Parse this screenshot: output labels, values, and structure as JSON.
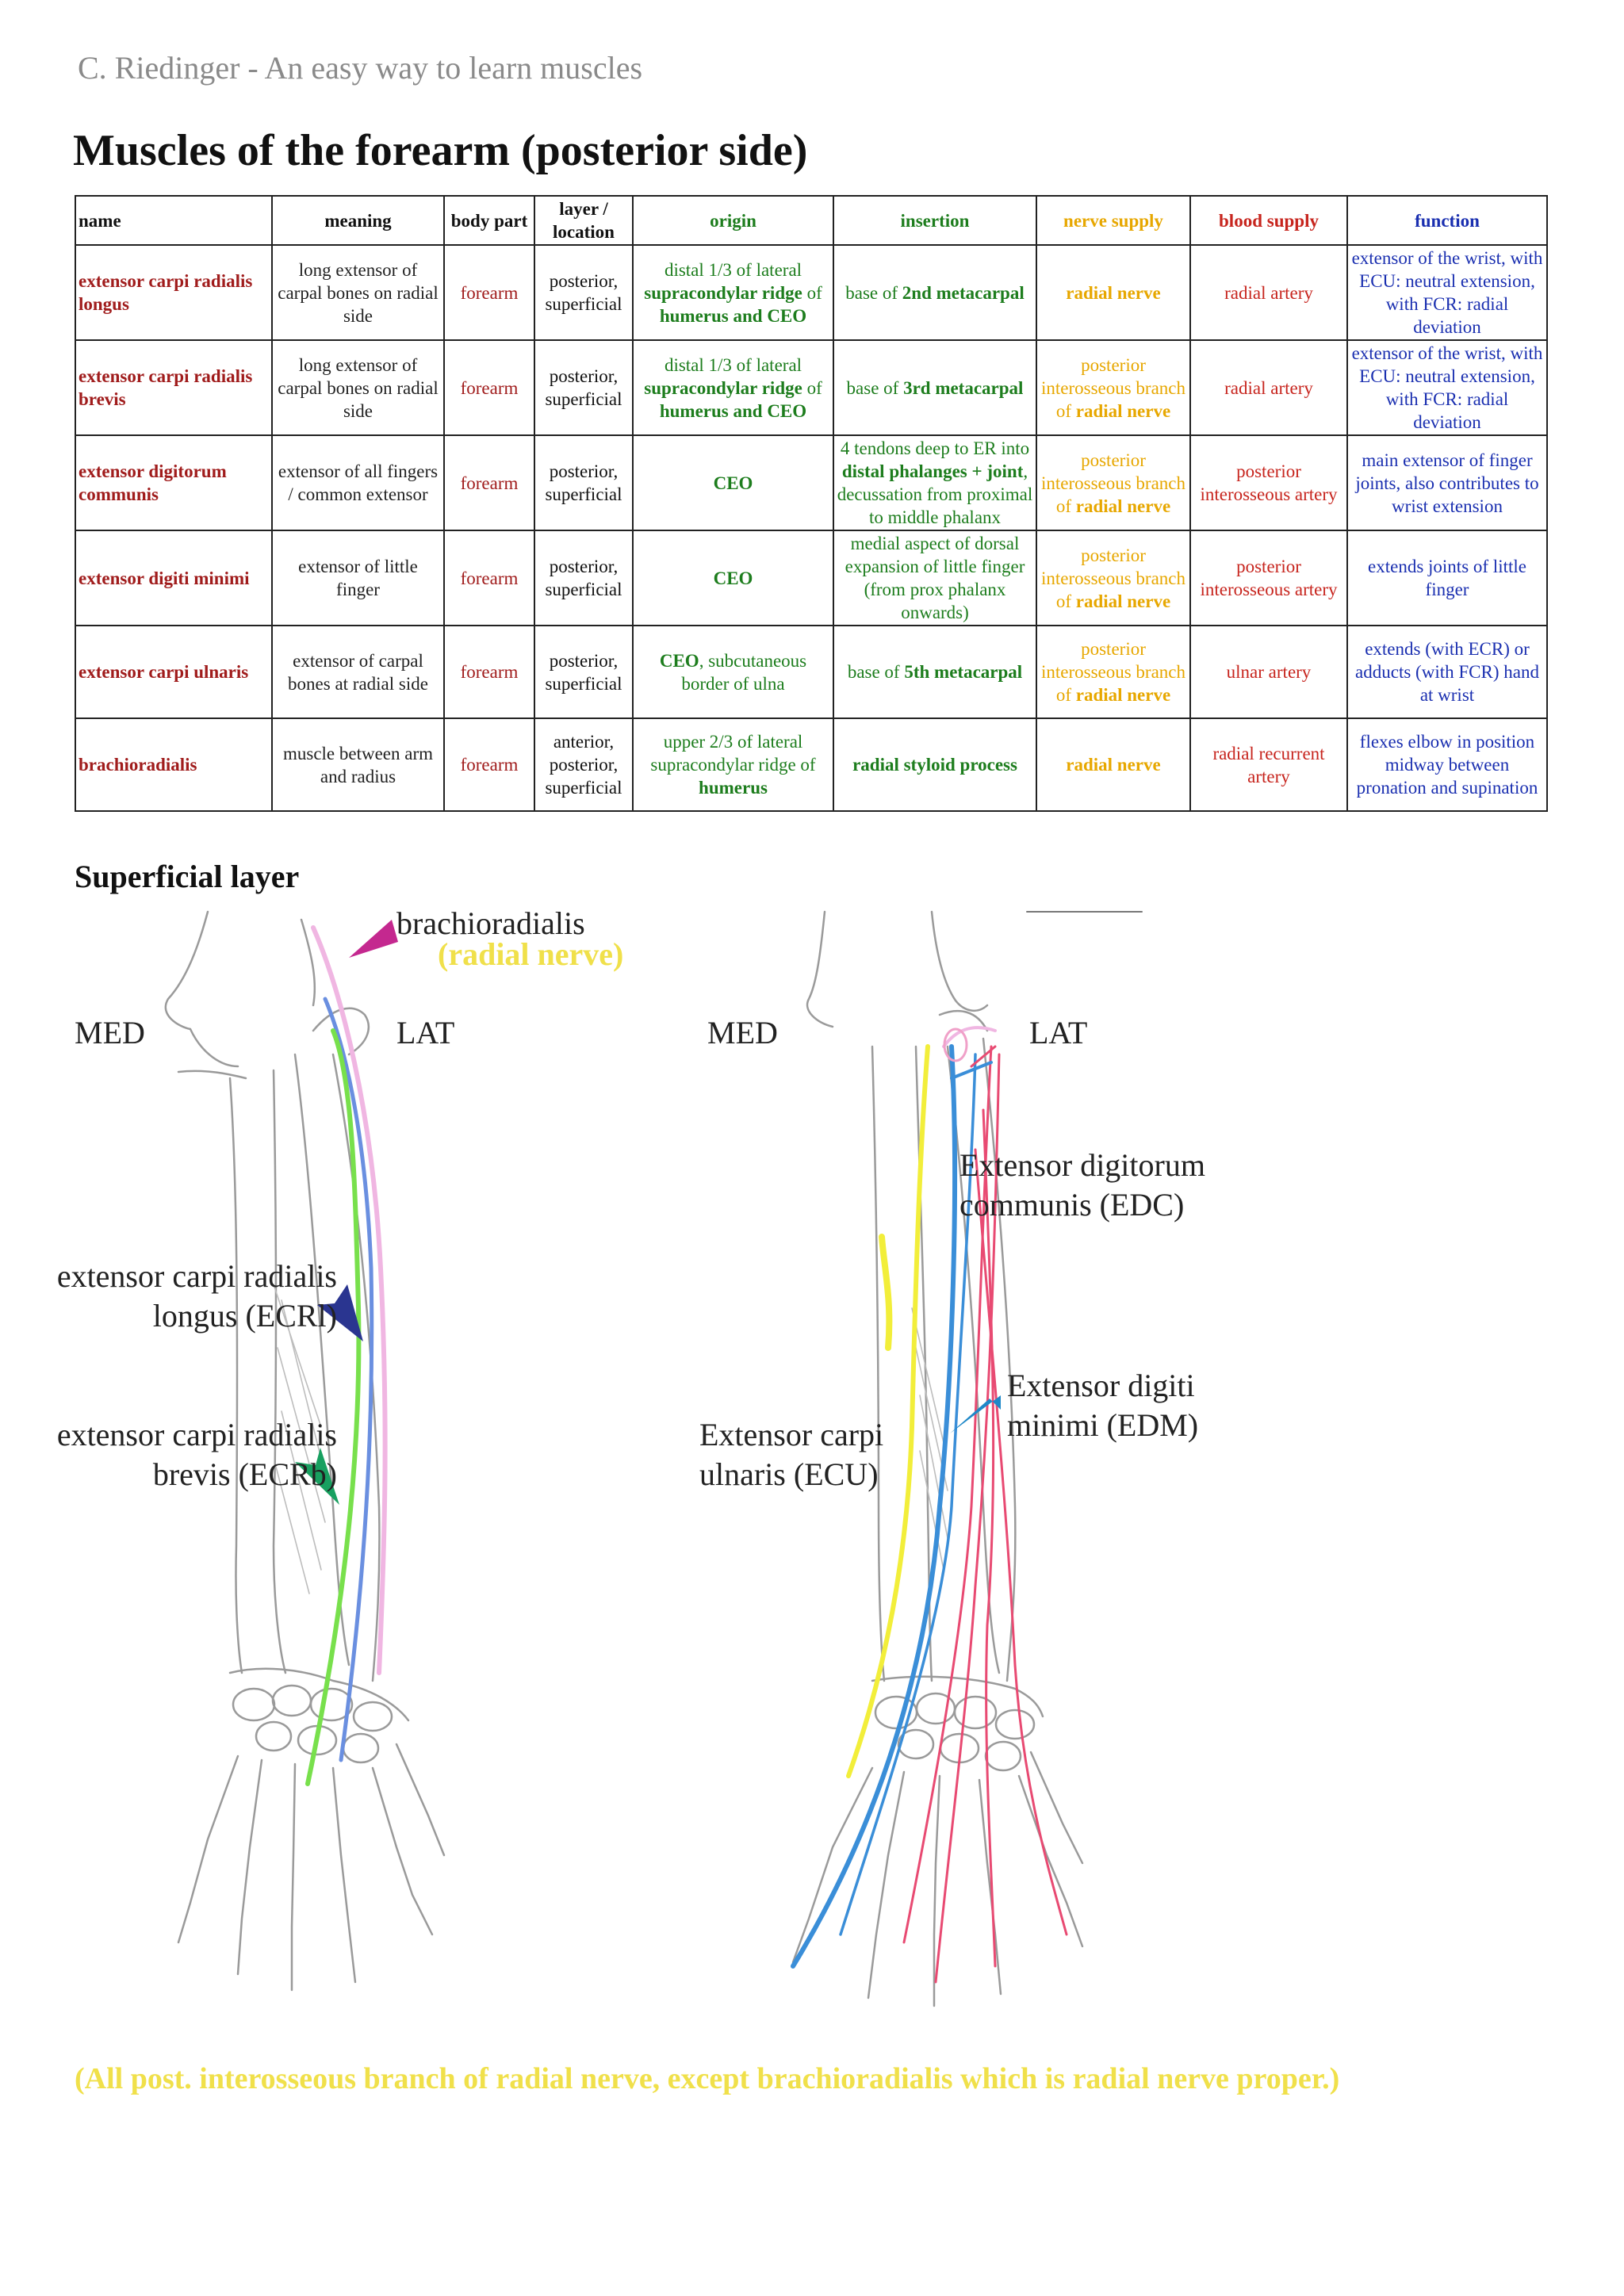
{
  "header": "C. Riedinger - An easy way to learn muscles",
  "title": "Muscles of the forearm (posterior side)",
  "table": {
    "columns": {
      "name": "name",
      "meaning": "meaning",
      "body": "body part",
      "layer": "layer / location",
      "origin": "origin",
      "insertion": "insertion",
      "nerve": "nerve supply",
      "blood": "blood supply",
      "function": "function"
    },
    "rows": [
      {
        "name": "extensor carpi radialis longus",
        "meaning": "long extensor of carpal bones on radial side",
        "body": "forearm",
        "layer": "posterior, superficial",
        "origin_a": "distal 1/3 of lateral",
        "origin_b": "supracondylar ridge",
        "origin_c": " of ",
        "origin_d": "humerus and CEO",
        "insertion_a": "base of ",
        "insertion_b": "2nd metacarpal",
        "nerve": "radial nerve",
        "blood": "radial artery",
        "function": "extensor of the wrist, with ECU: neutral extension, with FCR: radial deviation"
      },
      {
        "name": "extensor carpi radialis brevis",
        "meaning": "long extensor of carpal bones on radial side",
        "body": "forearm",
        "layer": "posterior, superficial",
        "origin_a": "distal 1/3 of lateral",
        "origin_b": "supracondylar ridge",
        "origin_c": " of ",
        "origin_d": "humerus and CEO",
        "insertion_a": "base of ",
        "insertion_b": "3rd metacarpal",
        "nerve_a": "posterior interosseous branch of ",
        "nerve_b": "radial nerve",
        "blood": "radial artery",
        "function": "extensor of the wrist, with ECU: neutral extension, with FCR: radial deviation"
      },
      {
        "name": "extensor digitorum communis",
        "meaning": "extensor of all fingers / common extensor",
        "body": "forearm",
        "layer": "posterior, superficial",
        "origin": "CEO",
        "insertion_a": "4 tendons deep to ER into ",
        "insertion_b": "distal phalanges + joint",
        "insertion_c": ", decussation from proximal to middle phalanx",
        "nerve_a": "posterior interosseous branch of ",
        "nerve_b": "radial nerve",
        "blood": "posterior interosseous artery",
        "function": "main extensor of finger joints, also contributes to wrist extension"
      },
      {
        "name": "extensor digiti minimi",
        "meaning": "extensor of little finger",
        "body": "forearm",
        "layer": "posterior, superficial",
        "origin": "CEO",
        "insertion": "medial aspect of dorsal expansion of little finger (from prox phalanx onwards)",
        "nerve_a": "posterior interosseous branch of ",
        "nerve_b": "radial nerve",
        "blood": "posterior interosseous artery",
        "function": "extends joints of little finger"
      },
      {
        "name": "extensor carpi ulnaris",
        "meaning": "extensor of carpal bones at radial side",
        "body": "forearm",
        "layer": "posterior, superficial",
        "origin_a": "CEO",
        "origin_b": ", subcutaneous border of ulna",
        "insertion_a": "base of ",
        "insertion_b": "5th metacarpal",
        "nerve_a": "posterior interosseous branch of ",
        "nerve_b": "radial nerve",
        "blood": "ulnar artery",
        "function": "extends (with ECR) or adducts (with FCR) hand at wrist"
      },
      {
        "name": "brachioradialis",
        "meaning": "muscle between arm and radius",
        "body": "forearm",
        "layer": "anterior, posterior, superficial",
        "origin_a": "upper 2/3 of lateral supracondylar ridge of ",
        "origin_b": "humerus",
        "insertion": "radial styloid process",
        "nerve": "radial nerve",
        "blood": "radial recurrent artery",
        "function": "flexes elbow in position midway between pronation and supination"
      }
    ]
  },
  "subtitle": "Superficial layer",
  "figure_left": {
    "brachioradialis": "brachioradialis",
    "radial_nerve": "(radial nerve)",
    "med": "MED",
    "lat": "LAT",
    "ecrl_1": "extensor carpi radialis",
    "ecrl_2": "longus (ECRl)",
    "ecrb_1": "extensor carpi radialis",
    "ecrb_2": "brevis (ECRb)"
  },
  "figure_right": {
    "med": "MED",
    "lat": "LAT",
    "edc_1": "Extensor digitorum",
    "edc_2": "communis (EDC)",
    "edm_1": "Extensor digiti",
    "edm_2": "minimi (EDM)",
    "ecu_1": "Extensor carpi",
    "ecu_2": "ulnaris (ECU)"
  },
  "footer": "(All post. interosseous branch of radial nerve, except brachioradialis which is radial nerve proper.)",
  "colors": {
    "name_red": "#a01c1c",
    "origin_green": "#1d7d1d",
    "nerve_yellow": "#e7a700",
    "blood_red": "#c7251e",
    "function_blue": "#1a2fb0",
    "label_yellow": "#f0e04a",
    "arrow_magenta": "#c4288f",
    "arrow_navy": "#2a3590",
    "arrow_green": "#18a060",
    "arrow_blue": "#1e88c8"
  }
}
